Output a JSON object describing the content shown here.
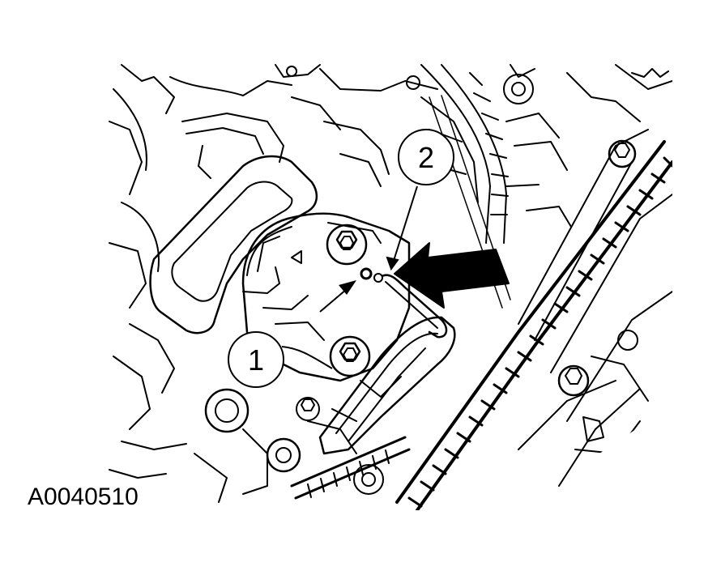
{
  "figure": {
    "id_text": "A0040510",
    "ink_color": "#000000",
    "paper_color": "#ffffff"
  },
  "callouts": [
    {
      "label": "1",
      "meaning": "callout-1"
    },
    {
      "label": "2",
      "meaning": "callout-2"
    }
  ],
  "icons": {
    "direction_arrow": "large-solid-arrow-icon",
    "pointer_arrow": "small-pointer-arrow-icon"
  }
}
